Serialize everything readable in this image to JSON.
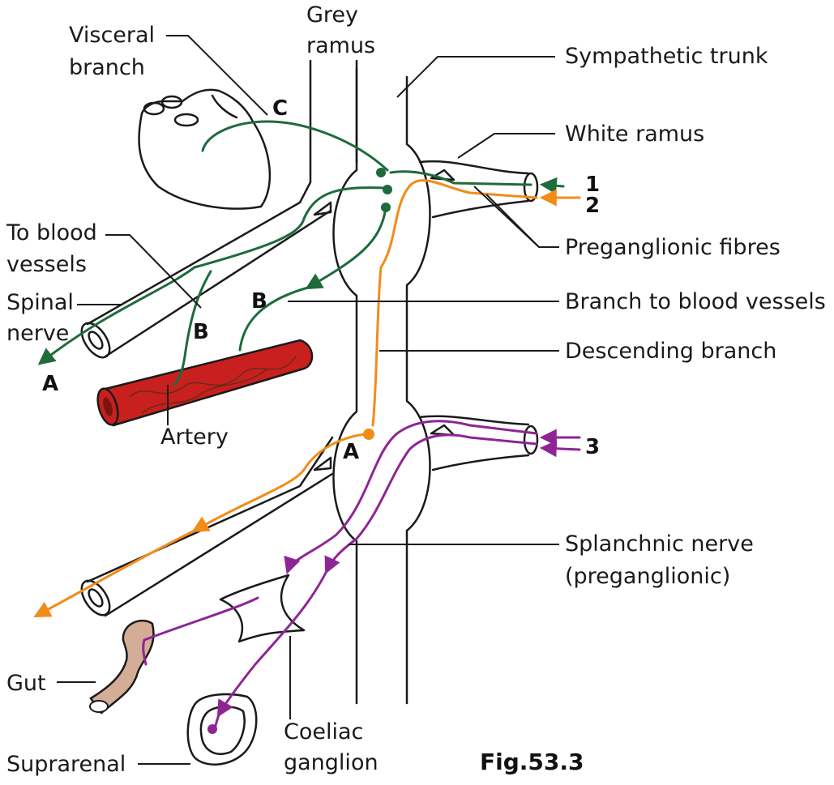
{
  "labels": {
    "visceral_branch_1": "Visceral",
    "visceral_branch_2": "branch",
    "grey_ramus_1": "Grey",
    "grey_ramus_2": "ramus",
    "sympathetic_trunk": "Sympathetic trunk",
    "white_ramus": "White ramus",
    "to_blood_vessels_1": "To blood",
    "to_blood_vessels_2": "vessels",
    "spinal_nerve_1": "Spinal",
    "spinal_nerve_2": "nerve",
    "preganglionic_fibres": "Preganglionic fibres",
    "branch_to_blood_vessels": "Branch to blood vessels",
    "descending_branch": "Descending branch",
    "artery": "Artery",
    "splanchnic_nerve_1": "Splanchnic nerve",
    "splanchnic_nerve_2": "(preganglionic)",
    "gut": "Gut",
    "suprarenal": "Suprarenal",
    "coeliac_ganglion_1": "Coeliac",
    "coeliac_ganglion_2": "ganglion",
    "figure_caption": "Fig.53.3"
  },
  "markers": {
    "A_top": "A",
    "A_mid": "A",
    "B_left": "B",
    "B_right": "B",
    "C": "C",
    "n1": "1",
    "n2": "2",
    "n3": "3"
  },
  "colors": {
    "green_fibre": "#1e6b3c",
    "orange_fibre": "#f28c18",
    "purple_fibre": "#8f2595",
    "artery_red": "#c8201e",
    "gut_tan": "#d4ad96",
    "outline": "#1a1a1a"
  }
}
